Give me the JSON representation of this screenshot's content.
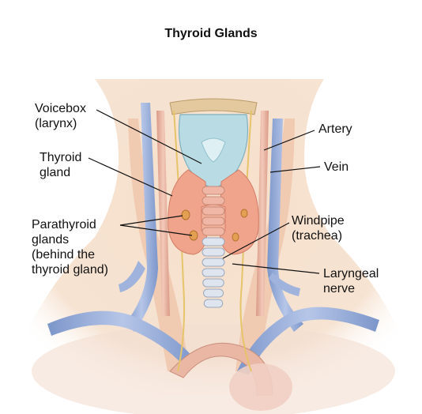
{
  "title": "Thyroid Glands",
  "labels": {
    "voicebox": [
      "Voicebox",
      "(larynx)"
    ],
    "thyroid": [
      "Thyroid",
      "gland"
    ],
    "parathyroid": [
      "Parathyroid",
      "glands",
      "(behind the",
      "thyroid gland)"
    ],
    "artery": [
      "Artery"
    ],
    "vein": [
      "Vein"
    ],
    "windpipe": [
      "Windpipe",
      "(trachea)"
    ],
    "laryngeal": [
      "Laryngeal",
      "nerve"
    ]
  },
  "colors": {
    "skin": "#f5dcc4",
    "vein": "#8ca6d6",
    "artery": "#e8b3a0",
    "cartilage": "#b9dbe3",
    "thyroid": "#f0a48c",
    "nerve": "#e5c46a",
    "bone": "#e3c99d"
  }
}
